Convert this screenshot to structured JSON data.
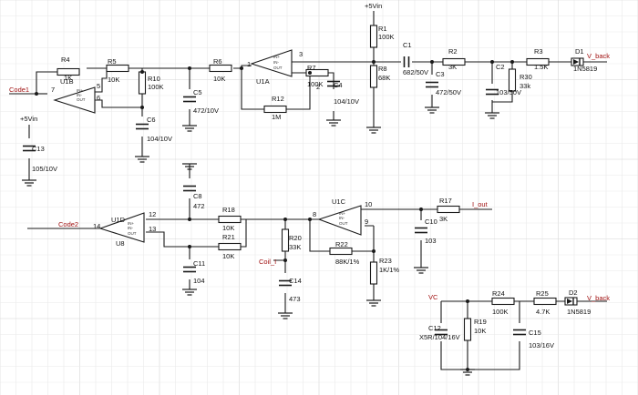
{
  "grid": {
    "minor_color": "#eaeaea",
    "major_color": "#d6d6d6"
  },
  "colors": {
    "wire": "#1a1a1a",
    "net_label": "#a01010"
  },
  "nets": {
    "vin_top": "+5Vin",
    "vin_left": "+5Vin",
    "code1": "Code1",
    "code2": "Code2",
    "v_back_top": "V_back",
    "i_out": "I_out",
    "coil_i": "Coil_I",
    "vc": "VC",
    "v_back_bottom": "V_back"
  },
  "parts": {
    "R1": [
      "R1",
      "100K"
    ],
    "R2": [
      "R2",
      "3K"
    ],
    "R3": [
      "R3",
      "1.5K"
    ],
    "R4": [
      "R4",
      "1K"
    ],
    "R5": [
      "R5",
      "10K"
    ],
    "R6": [
      "R6",
      "10K"
    ],
    "R7": [
      "R7",
      "100K"
    ],
    "R8": [
      "R8",
      "68K"
    ],
    "R10": [
      "R10",
      "100K"
    ],
    "R12": [
      "R12",
      "1M"
    ],
    "R17": [
      "R17",
      "3K"
    ],
    "R18": [
      "R18",
      "10K"
    ],
    "R19": [
      "R19",
      "10K"
    ],
    "R20": [
      "R20",
      "33K"
    ],
    "R21": [
      "R21",
      "10K"
    ],
    "R22": [
      "R22",
      "88K/1%"
    ],
    "R23": [
      "R23",
      "1K/1%"
    ],
    "R24": [
      "R24",
      "100K"
    ],
    "R25": [
      "R25",
      "4.7K"
    ],
    "R30": [
      "R30",
      "33k"
    ],
    "C1": [
      "C1",
      "682/50V"
    ],
    "C2": [
      "C2",
      "103/50V"
    ],
    "C3": [
      "C3",
      "472/50V"
    ],
    "C4": [
      "C4",
      "104/10V"
    ],
    "C5": [
      "C5",
      "472/10V"
    ],
    "C6": [
      "C6",
      "104/10V"
    ],
    "C8": [
      "C8",
      "472"
    ],
    "C10": [
      "C10",
      "103"
    ],
    "C11": [
      "C11",
      "104"
    ],
    "C12": [
      "C12",
      "X5R/104/16V"
    ],
    "C13": [
      "C13",
      "105/10V"
    ],
    "C14": [
      "C14",
      "473"
    ],
    "C15": [
      "C15",
      "103/16V"
    ],
    "D1": [
      "D1",
      "1N5819"
    ],
    "D2": [
      "D2",
      "1N5819"
    ]
  },
  "opamps": {
    "U1A": {
      "ref": "U1A",
      "pins": [
        "2",
        "3",
        "1"
      ]
    },
    "U1B": {
      "ref": "U1B",
      "pins": [
        "5",
        "6",
        "7"
      ]
    },
    "U1C": {
      "ref": "U1C",
      "pins": [
        "8",
        "9",
        "10"
      ]
    },
    "U1D": {
      "ref": "U1D",
      "pins": [
        "12",
        "13",
        "14"
      ]
    },
    "U8": {
      "ref": "U8"
    }
  },
  "opamp_terminals": {
    "plus": "IN+",
    "minus": "IN-",
    "output": "OUT"
  }
}
